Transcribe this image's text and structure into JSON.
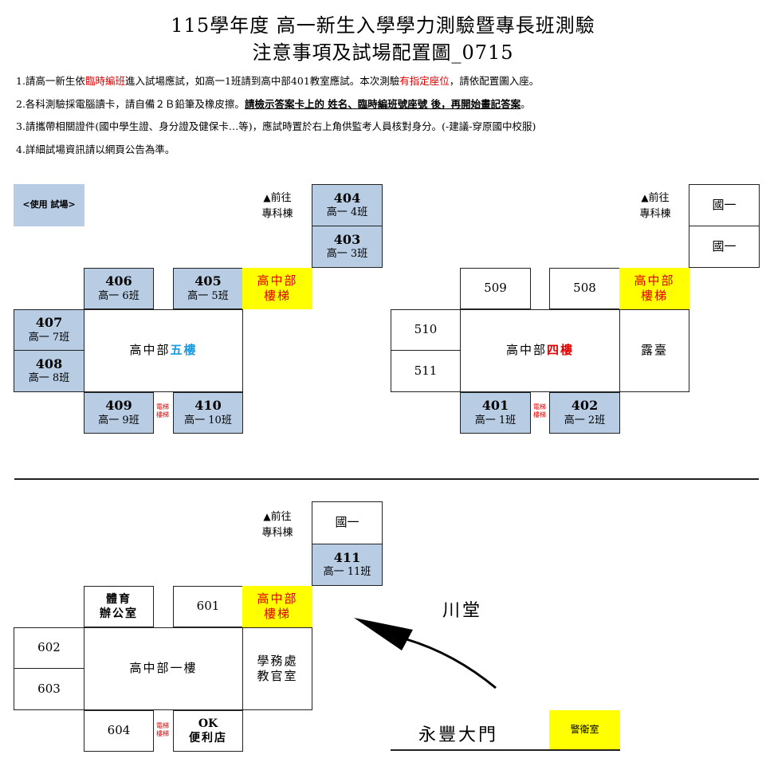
{
  "title": {
    "line1": "115學年度 高一新生入學學力測驗暨專長班測驗",
    "line2": "注意事項及試場配置圖_0715"
  },
  "notes": {
    "n1_a": "1.請高一新生依",
    "n1_red1": "臨時編班",
    "n1_b": "進入試場應試，如高一1班請到高中部401教室應試。本次測驗",
    "n1_red2": "有指定座位",
    "n1_c": "，請依配置圖入座。",
    "n2_a": "2.各科測驗採電腦讀卡，請自備２Ｂ鉛筆及橡皮擦。",
    "n2_ul": "請檢示答案卡上的 姓名、臨時編班號座號 後，再開始畫記答案",
    "n2_c": "。",
    "n3": "3.請攜帶相關證件(國中學生證、身分證及健保卡…等)，應試時置於右上角供監考人員核對身分。(-建議-穿原國中校服)",
    "n4": "4.詳細試場資訊請以網頁公告為準。"
  },
  "legend": {
    "label": "<使用 試場>"
  },
  "directions": {
    "arrow": "▲",
    "line1": "前往",
    "line2": "專科棟"
  },
  "stair_label": {
    "line1": "高中部",
    "line2": "樓梯"
  },
  "elevator_label": {
    "line1": "電梯",
    "line2": "樓梯"
  },
  "floor5": {
    "floor_prefix": "高中部",
    "floor_name": "五樓",
    "rooms": {
      "r404": {
        "no": "404",
        "cls": "高一 4班"
      },
      "r403": {
        "no": "403",
        "cls": "高一 3班"
      },
      "r406": {
        "no": "406",
        "cls": "高一 6班"
      },
      "r405": {
        "no": "405",
        "cls": "高一 5班"
      },
      "r407": {
        "no": "407",
        "cls": "高一 7班"
      },
      "r408": {
        "no": "408",
        "cls": "高一 8班"
      },
      "r409": {
        "no": "409",
        "cls": "高一 9班"
      },
      "r410": {
        "no": "410",
        "cls": "高一 10班"
      }
    }
  },
  "floor4": {
    "floor_prefix": "高中部",
    "floor_name": "四樓",
    "grade1_a": "國一",
    "grade1_b": "國一",
    "r509": "509",
    "r508": "508",
    "r510": "510",
    "r511": "511",
    "terrace": "露臺",
    "rooms": {
      "r401": {
        "no": "401",
        "cls": "高一 1班"
      },
      "r402": {
        "no": "402",
        "cls": "高一 2班"
      }
    }
  },
  "floor1": {
    "floor_name": "高中部一樓",
    "grade1": "國一",
    "r411": {
      "no": "411",
      "cls": "高一 11班"
    },
    "pe_office": {
      "line1": "體育",
      "line2": "辦公室"
    },
    "r601": "601",
    "r602": "602",
    "r603": "603",
    "r604": "604",
    "academic": {
      "line1": "學務處",
      "line2": "教官室"
    },
    "store": {
      "line1": "OK",
      "line2": "便利店"
    },
    "hall": "川堂",
    "gate": "永豐大門",
    "guard": "警衛室"
  }
}
